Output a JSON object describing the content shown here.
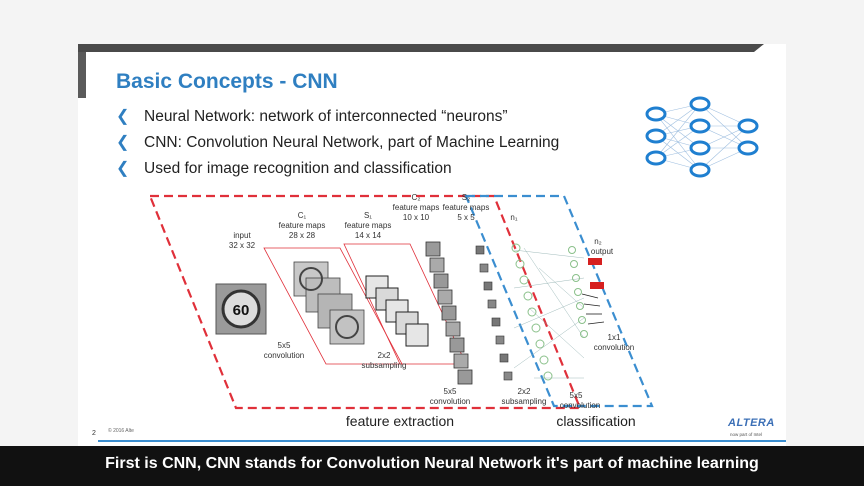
{
  "slide": {
    "title": "Basic Concepts - CNN",
    "bullets": [
      "Neural Network: network of interconnected “neurons”",
      "CNN: Convolution Neural Network, part of Machine Learning",
      "Used for image recognition and classification"
    ],
    "bullet_icon": "chevron-bullet-icon",
    "accent_color": "#2f7fc1"
  },
  "diagram": {
    "input_label": "input",
    "input_size": "32 x 32",
    "input_digit": "60",
    "c1_label": "C₁",
    "c1_desc": "feature maps",
    "c1_size": "28 x 28",
    "s1_label": "S₁",
    "s1_desc": "feature maps",
    "s1_size": "14 x 14",
    "c2_label": "C₂",
    "c2_desc": "feature maps",
    "c2_size": "10 x 10",
    "s2_label": "S₂",
    "s2_desc": "feature maps",
    "s2_size": "5 x 5",
    "n1_label": "n₁",
    "n2_label": "n₂",
    "output_label": "output",
    "conv1_kernel": "5x5",
    "conv1_label": "convolution",
    "sub1_kernel": "2x2",
    "sub1_label": "subsampling",
    "conv2_kernel": "5x5",
    "conv2_label": "convolution",
    "sub2_kernel": "2x2",
    "sub2_label": "subsampling",
    "conv3_kernel": "5x5",
    "conv3_label": "convolution",
    "conv4_kernel": "1x1",
    "conv4_label": "convolution",
    "extraction_label": "feature extraction",
    "classification_label": "classification"
  },
  "footer": {
    "page_number": "2",
    "copyright": "© 2016 Alte",
    "logo": "ALTERA",
    "tagline": "now part of Intel"
  },
  "caption": {
    "text": "First is CNN, CNN stands for Convolution Neural Network it's part of machine learning"
  }
}
